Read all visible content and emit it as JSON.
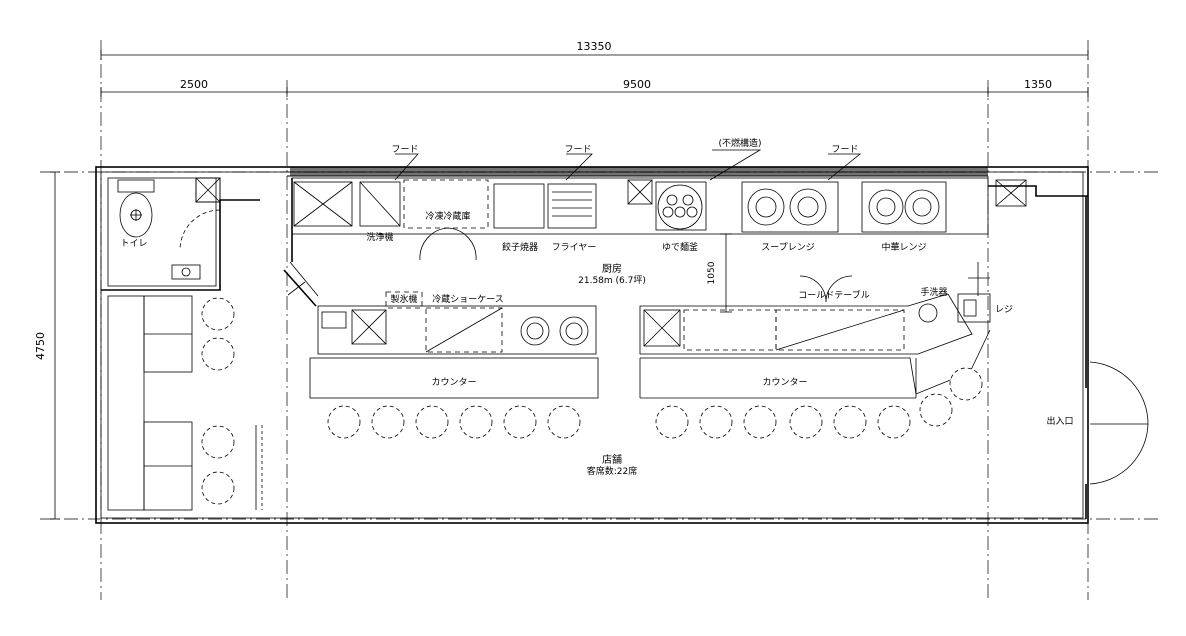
{
  "dimensions": {
    "total": "13350",
    "left": "2500",
    "middle": "9500",
    "right": "1350",
    "depth": "4750",
    "clearance": "1050"
  },
  "labels": {
    "hood_1": "フード",
    "hood_2": "フード",
    "hood_3": "フード",
    "nonflammable": "(不燃構造)",
    "toilet": "トイレ",
    "dishwasher": "洗浄機",
    "freezer_fridge": "冷凍冷蔵庫",
    "gyoza_griddle": "餃子焼器",
    "fryer": "フライヤー",
    "noodle_boiler": "ゆで麺釜",
    "soup_range": "スープレンジ",
    "chinese_range": "中華レンジ",
    "kitchen": "厨房",
    "kitchen_area": "21.58m (6.7坪)",
    "ice_maker": "製氷機",
    "showcase": "冷蔵ショーケース",
    "cold_table": "コールドテーブル",
    "hand_wash": "手洗器",
    "register": "レジ",
    "counter_1": "カウンター",
    "counter_2": "カウンター",
    "entrance": "出入口",
    "store": "店舗",
    "seats": "客席数:22席"
  }
}
